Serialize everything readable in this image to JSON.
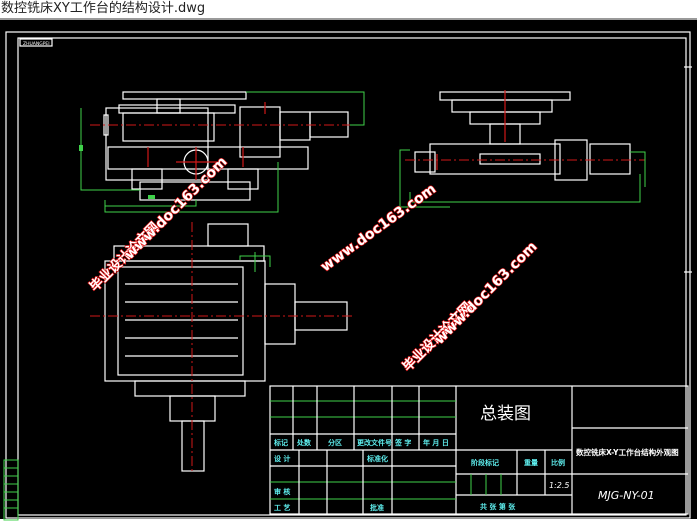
{
  "window": {
    "title": "数控铣床XY工作台的结构设计.dwg"
  },
  "drawing": {
    "corner_label": "ZHUANGPEI",
    "title_block": {
      "drawing_name": "总装图",
      "project_title": "数控铣床X-Y工作台结构外观图",
      "drawing_number": "MJG-NY-01",
      "scale_value": "1:2.5",
      "revision_headers": [
        "标记",
        "处数",
        "分区",
        "更改文件号",
        "签 字",
        "年 月 日"
      ],
      "labels": {
        "design": "设 计",
        "standardization": "标准化",
        "review": "审 核",
        "process": "工 艺",
        "approve": "批准",
        "stage_mark": "阶段标记",
        "weight": "重量",
        "scale": "比例",
        "sheets": "共  张  第  张"
      }
    },
    "watermarks": [
      "毕业设计论文网",
      "www.doc163.com",
      "www.doc163.com",
      "毕业设计论文网",
      "www.doc163.com"
    ],
    "colors": {
      "background": "#000000",
      "lines": "#ffffff",
      "dimensions": "#3fd24a",
      "centerlines": "#d01818",
      "text": "#5ff0f0"
    }
  }
}
